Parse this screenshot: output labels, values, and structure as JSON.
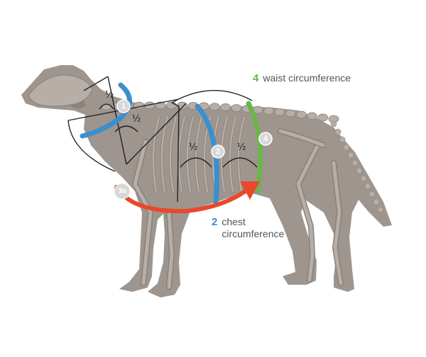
{
  "colors": {
    "dog_body": "#9e958f",
    "bone": "#b7aea8",
    "bone_stroke": "#8a817b",
    "blue": "#3a8fcf",
    "green": "#6cb54a",
    "red": "#e8482b",
    "badge_fill": "#d8d8d8",
    "line": "#222222"
  },
  "measurements": [
    {
      "number": "1",
      "label": ""
    },
    {
      "number": "2",
      "label_line1": "chest",
      "label_line2": "circumference"
    },
    {
      "number": "3a",
      "label": ""
    },
    {
      "number": "4",
      "label": "waist circumference"
    }
  ],
  "halves": [
    "½",
    "½",
    "½",
    "½"
  ]
}
